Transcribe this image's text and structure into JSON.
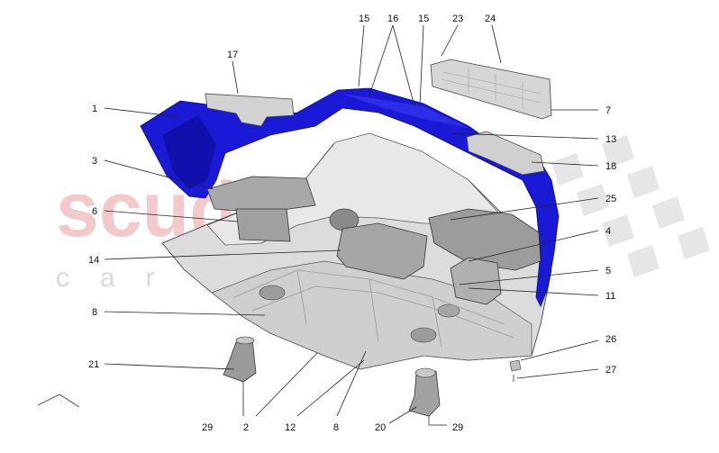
{
  "watermark": {
    "brand": "scuderia",
    "subtitle": "car parts"
  },
  "colors": {
    "bumper_blue": "#1a1ad6",
    "bumper_dark": "#0a0a8a",
    "tray_grey": "#d6d6d6",
    "tray_light": "#e6e6e6",
    "panel_dark": "#9a9a9a",
    "watermark_red": "#f4c9cc",
    "watermark_grey": "#d9d9d9"
  },
  "callouts": {
    "c1": "1",
    "c2": "2",
    "c3": "3",
    "c4": "4",
    "c5": "5",
    "c6": "6",
    "c7": "7",
    "c8a": "8",
    "c8b": "8",
    "c11": "11",
    "c12": "12",
    "c13": "13",
    "c14": "14",
    "c15a": "15",
    "c15b": "15",
    "c16": "16",
    "c17": "17",
    "c18": "18",
    "c20": "20",
    "c21": "21",
    "c23": "23",
    "c24": "24",
    "c25": "25",
    "c26": "26",
    "c27": "27",
    "c29a": "29",
    "c29b": "29"
  }
}
